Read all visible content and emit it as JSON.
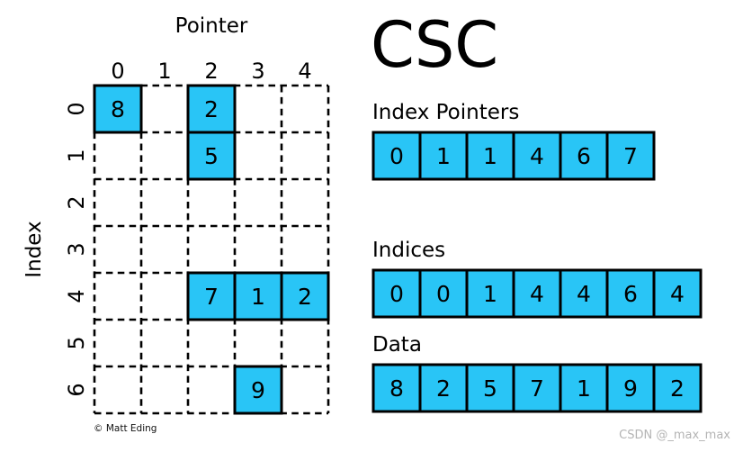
{
  "title": "CSC",
  "matrix": {
    "pointer_label": "Pointer",
    "index_label": "Index",
    "col_labels": [
      "0",
      "1",
      "2",
      "3",
      "4"
    ],
    "row_labels": [
      "0",
      "1",
      "2",
      "3",
      "4",
      "5",
      "6"
    ],
    "filled_cells": [
      {
        "row": 0,
        "col": 0,
        "value": "8"
      },
      {
        "row": 0,
        "col": 2,
        "value": "2"
      },
      {
        "row": 1,
        "col": 2,
        "value": "5"
      },
      {
        "row": 4,
        "col": 2,
        "value": "7"
      },
      {
        "row": 4,
        "col": 3,
        "value": "1"
      },
      {
        "row": 4,
        "col": 4,
        "value": "2"
      },
      {
        "row": 6,
        "col": 3,
        "value": "9"
      }
    ]
  },
  "arrays": [
    {
      "id": "index-pointers",
      "label": "Index Pointers",
      "values": [
        "0",
        "1",
        "1",
        "4",
        "6",
        "7"
      ]
    },
    {
      "id": "indices",
      "label": "Indices",
      "values": [
        "0",
        "0",
        "1",
        "4",
        "4",
        "6",
        "4"
      ]
    },
    {
      "id": "data",
      "label": "Data",
      "values": [
        "8",
        "2",
        "5",
        "7",
        "1",
        "9",
        "2"
      ]
    }
  ],
  "colors": {
    "cell_fill": "#29C5F6",
    "line": "#000000",
    "watermark_gray": "#b4b4b4"
  },
  "copyright": "© Matt Eding",
  "watermark": "CSDN @_max_max"
}
